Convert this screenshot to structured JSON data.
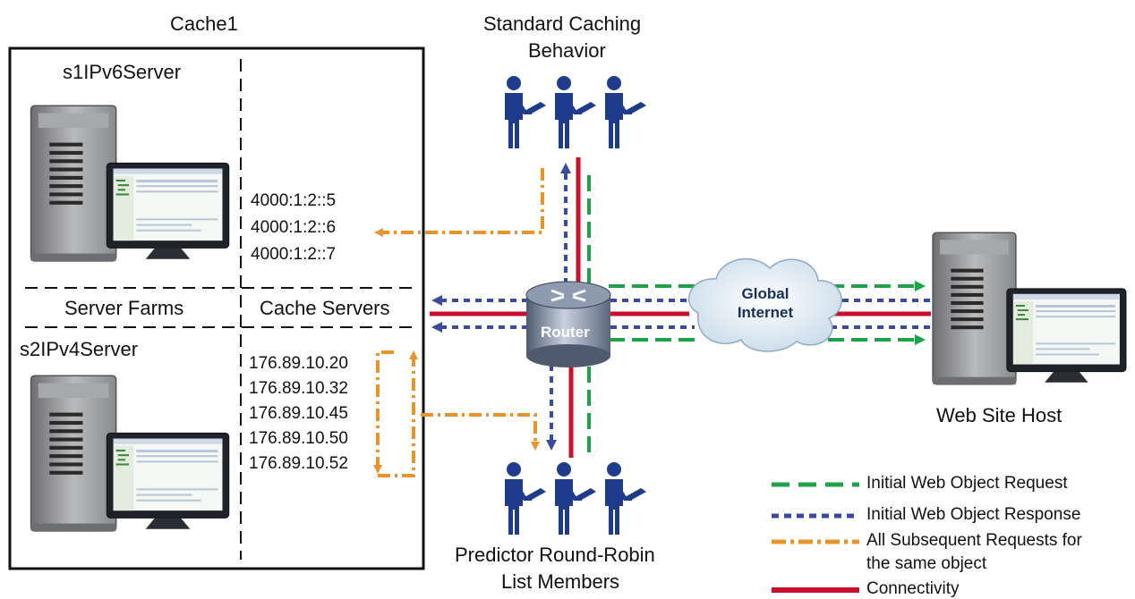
{
  "cache_box": {
    "title": "Cache1",
    "server_farms_label": "Server Farms",
    "cache_servers_label": "Cache Servers"
  },
  "servers": [
    {
      "name": "s1IPv6Server",
      "addresses": [
        "4000:1:2::5",
        "4000:1:2::6",
        "4000:1:2::7"
      ]
    },
    {
      "name": "s2IPv4Server",
      "addresses": [
        "176.89.10.20",
        "176.89.10.32",
        "176.89.10.45",
        "176.89.10.50",
        "176.89.10.52"
      ]
    }
  ],
  "groups": {
    "standard": {
      "line1": "Standard Caching",
      "line2": "Behavior"
    },
    "predictor": {
      "line1": "Predictor Round-Robin",
      "line2": "List Members"
    }
  },
  "router": {
    "label": "Router"
  },
  "cloud": {
    "line1": "Global",
    "line2": "Internet"
  },
  "host": {
    "label": "Web Site Host"
  },
  "legend": [
    {
      "label": "Initial Web Object Request",
      "color": "#1fa24a",
      "style": "long-dash"
    },
    {
      "label": "Initial Web Object Response",
      "color": "#3a4b9f",
      "style": "short-dash"
    },
    {
      "label": "All Subsequent Requests for",
      "label2": "the same object",
      "color": "#e8942b",
      "style": "dash-dot"
    },
    {
      "label": "Connectivity",
      "color": "#c8102e",
      "style": "solid"
    }
  ],
  "colors": {
    "request": "#1fa24a",
    "response": "#3a4b9f",
    "subsequent": "#e8942b",
    "connectivity": "#c8102e",
    "people": "#1f3b8c"
  }
}
